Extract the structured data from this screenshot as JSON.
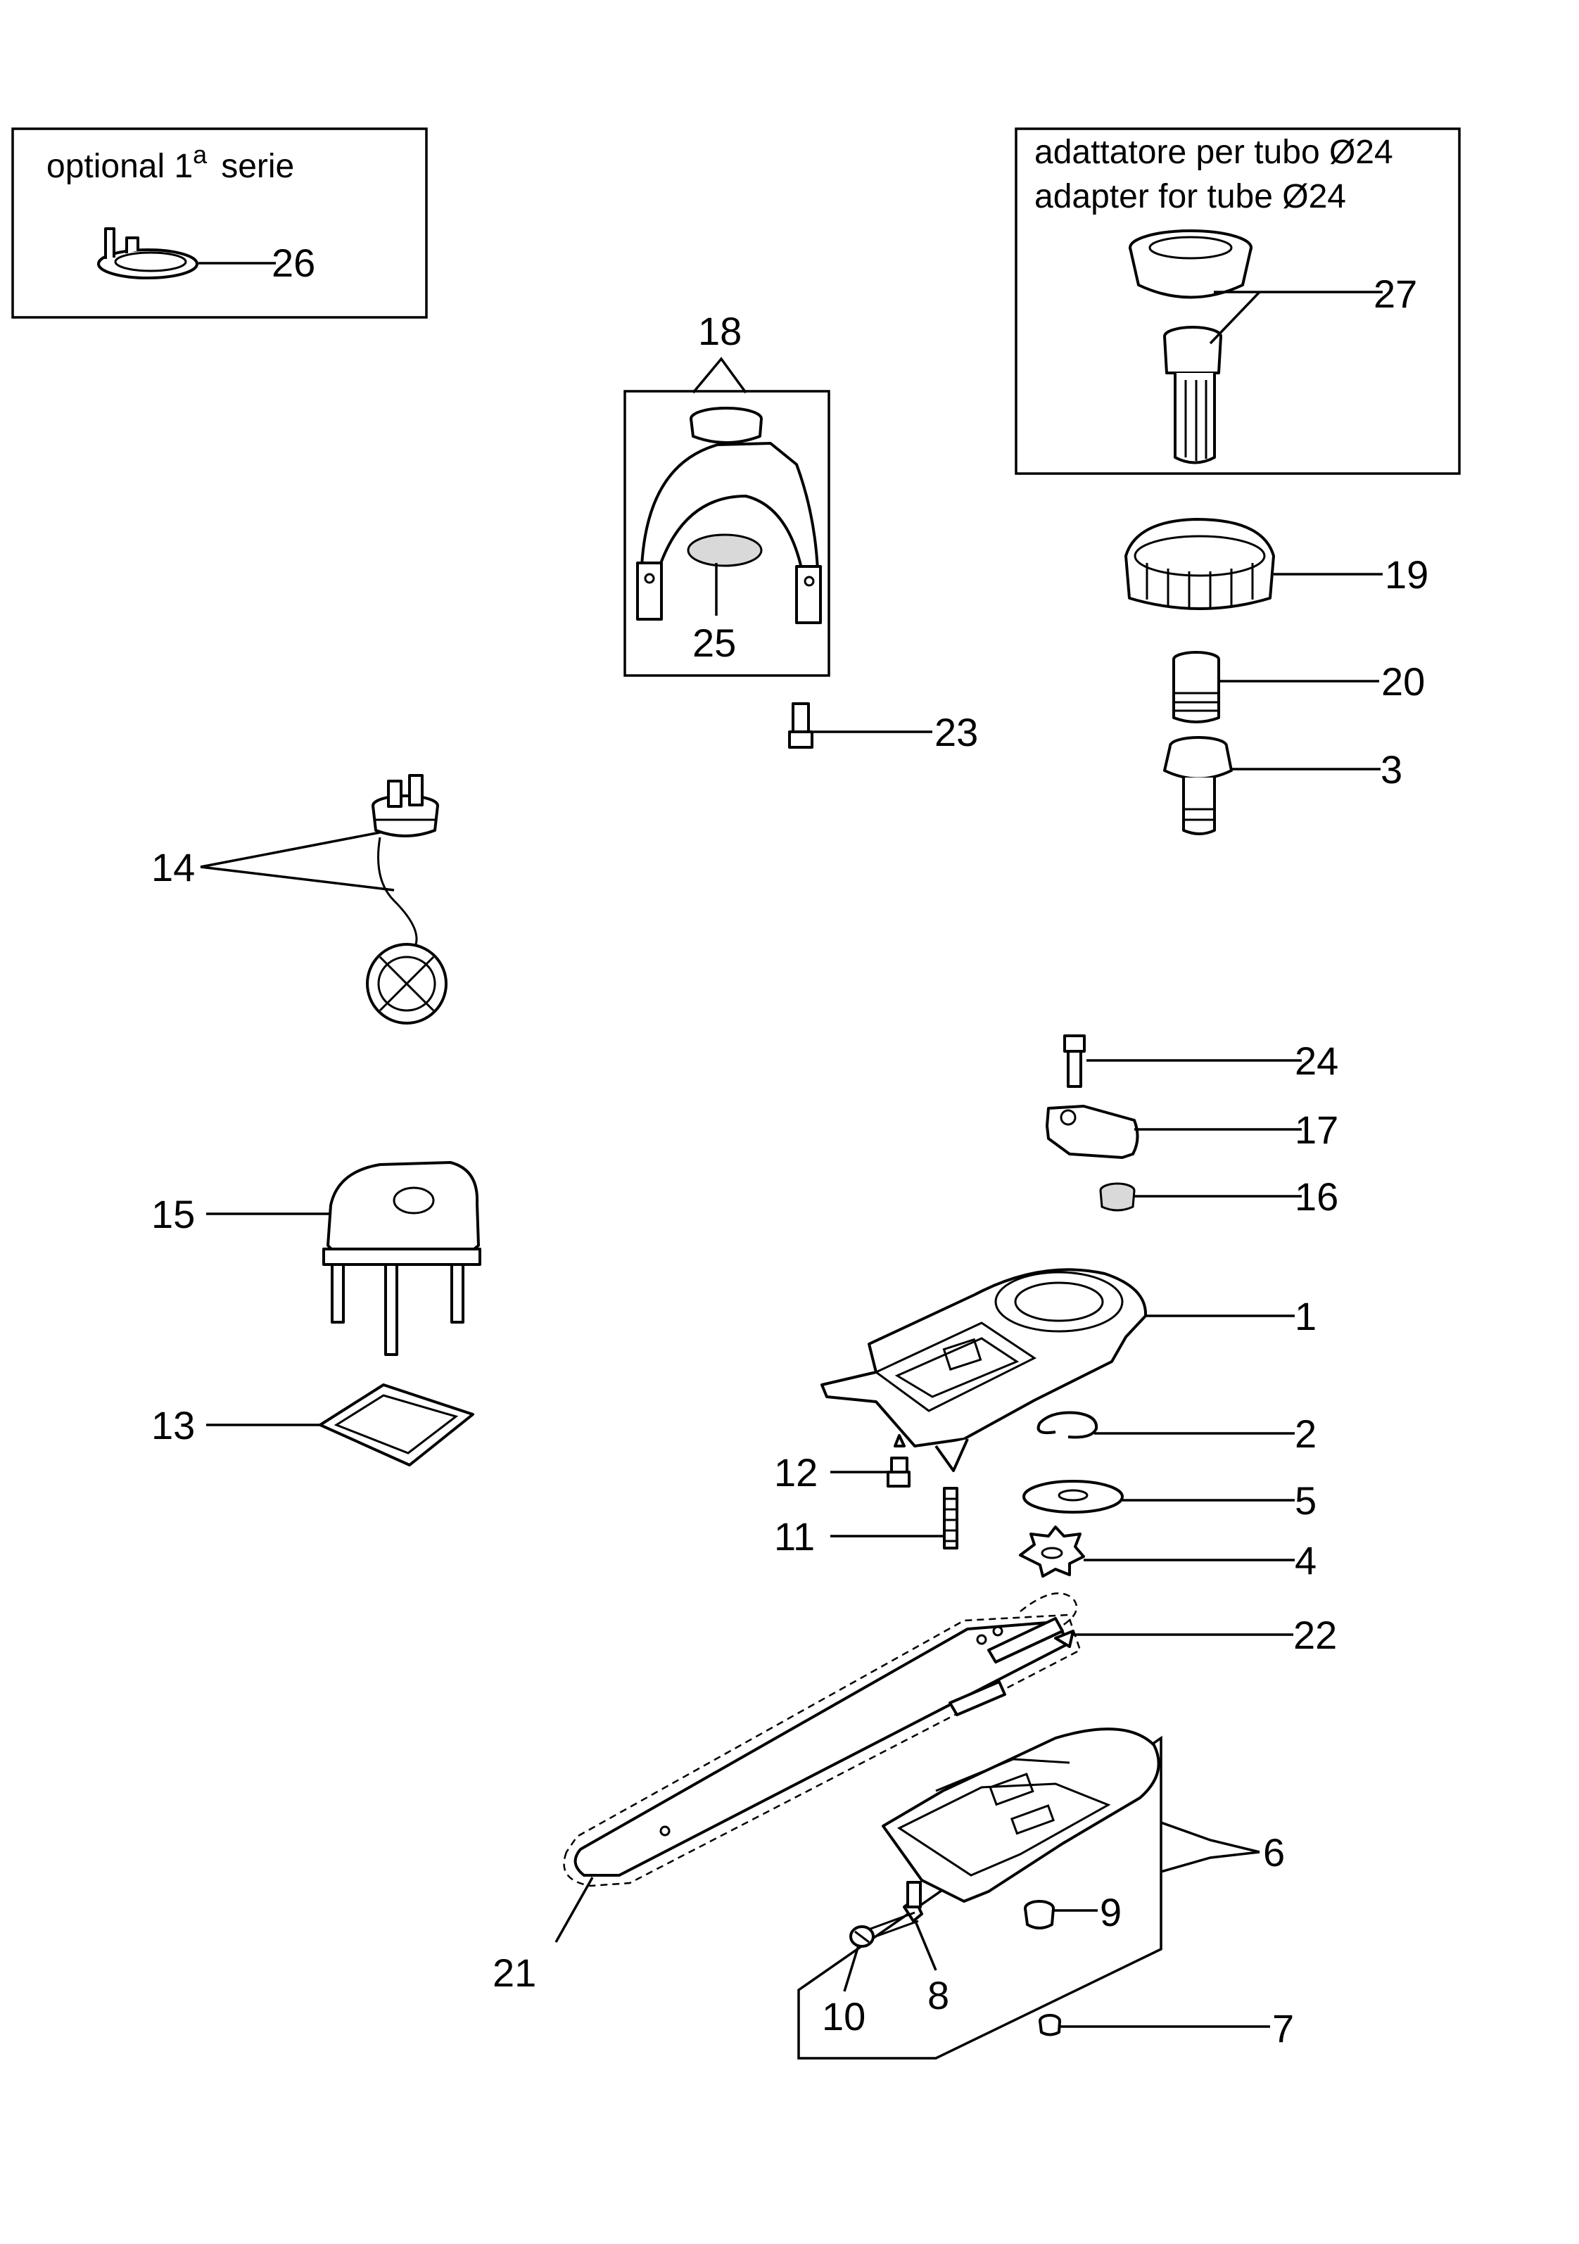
{
  "boxes": {
    "optional": {
      "title": "optional 1",
      "sup": "a",
      "title_end": "serie"
    },
    "adapter": {
      "line1": "adattatore per tubo Ø24",
      "line2": "adapter for tube Ø24"
    }
  },
  "callouts": {
    "c1": "1",
    "c2": "2",
    "c3": "3",
    "c4": "4",
    "c5": "5",
    "c6": "6",
    "c7": "7",
    "c8": "8",
    "c9": "9",
    "c10": "10",
    "c11": "11",
    "c12": "12",
    "c13": "13",
    "c14": "14",
    "c15": "15",
    "c16": "16",
    "c17": "17",
    "c18": "18",
    "c19": "19",
    "c20": "20",
    "c21": "21",
    "c22": "22",
    "c23": "23",
    "c24": "24",
    "c25": "25",
    "c26": "26",
    "c27": "27"
  }
}
